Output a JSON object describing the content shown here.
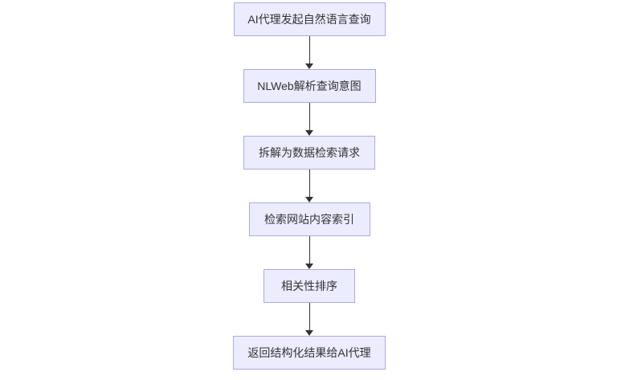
{
  "diagram": {
    "type": "flowchart",
    "direction": "top-down",
    "nodes": [
      {
        "label": "AI代理发起自然语言查询"
      },
      {
        "label": "NLWeb解析查询意图"
      },
      {
        "label": "拆解为数据检索请求"
      },
      {
        "label": "检索网站内容索引"
      },
      {
        "label": "相关性排序"
      },
      {
        "label": "返回结构化结果给AI代理"
      }
    ],
    "edges": [
      {
        "from": 0,
        "to": 1
      },
      {
        "from": 1,
        "to": 2
      },
      {
        "from": 2,
        "to": 3
      },
      {
        "from": 3,
        "to": 4
      },
      {
        "from": 4,
        "to": 5
      }
    ],
    "colors": {
      "node_fill": "#ECECFF",
      "node_border": "#AAAADD",
      "arrow": "#333333",
      "text": "#333333",
      "background": "#FFFFFF"
    }
  }
}
